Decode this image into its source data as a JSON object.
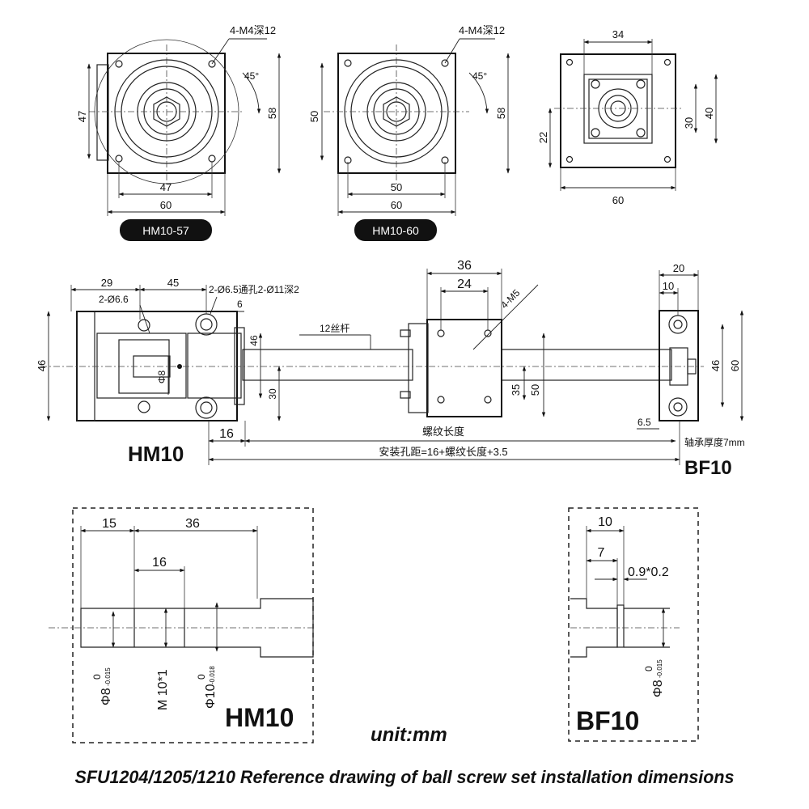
{
  "top_views": {
    "hm10_57": {
      "tag": "HM10-57",
      "hole_note": "4-M4深12",
      "angle": "45°",
      "dims": {
        "left": "47",
        "right": "58",
        "inner_width": "47",
        "outer_width": "60"
      }
    },
    "hm10_60": {
      "tag": "HM10-60",
      "hole_note": "4-M4深12",
      "angle": "45°",
      "dims": {
        "left": "50",
        "right": "58",
        "inner_width": "50",
        "outer_width": "60"
      }
    },
    "bf10_top": {
      "dims": {
        "top": "34",
        "left": "22",
        "right_inner": "30",
        "right_outer": "40",
        "bottom": "60"
      }
    }
  },
  "assembly": {
    "hm_label": "HM10",
    "bf_label": "BF10",
    "dims": {
      "d29": "29",
      "d45": "45",
      "hole_a": "2-Ø6.6",
      "hole_b": "2-Ø6.5通孔2-Ø11深2",
      "d6": "6",
      "d46_left": "46",
      "d46_mid": "46",
      "d30": "30",
      "phi8": "Φ8",
      "screw": "12丝杆",
      "d36": "36",
      "d24": "24",
      "m5": "4-M5",
      "d35": "35",
      "d50": "50",
      "d20": "20",
      "d10": "10",
      "d46_right": "46",
      "d60": "60",
      "d6_5": "6.5",
      "d16": "16"
    },
    "thread_length": "螺纹长度",
    "mount_formula": "安装孔距=16+螺纹长度+3.5",
    "bearing_note": "轴承厚度7mm"
  },
  "detail_hm10": {
    "label": "HM10",
    "dims": {
      "d15": "15",
      "d36": "36",
      "d16": "16"
    },
    "diam_phi8": "Φ8",
    "tol_phi8": [
      "0",
      "-0.015"
    ],
    "diam_m10": "M 10*1",
    "diam_phi10": "Φ10",
    "tol_phi10": [
      "0",
      "-0.018"
    ]
  },
  "detail_bf10": {
    "label": "BF10",
    "dims": {
      "d10": "10",
      "d7": "7",
      "groove": "0.9*0.2"
    },
    "diam_phi8": "Φ8",
    "tol_phi8": [
      "0",
      "-0.015"
    ]
  },
  "unit": "unit:mm",
  "caption": "SFU1204/1205/1210 Reference drawing of ball screw set installation dimensions"
}
